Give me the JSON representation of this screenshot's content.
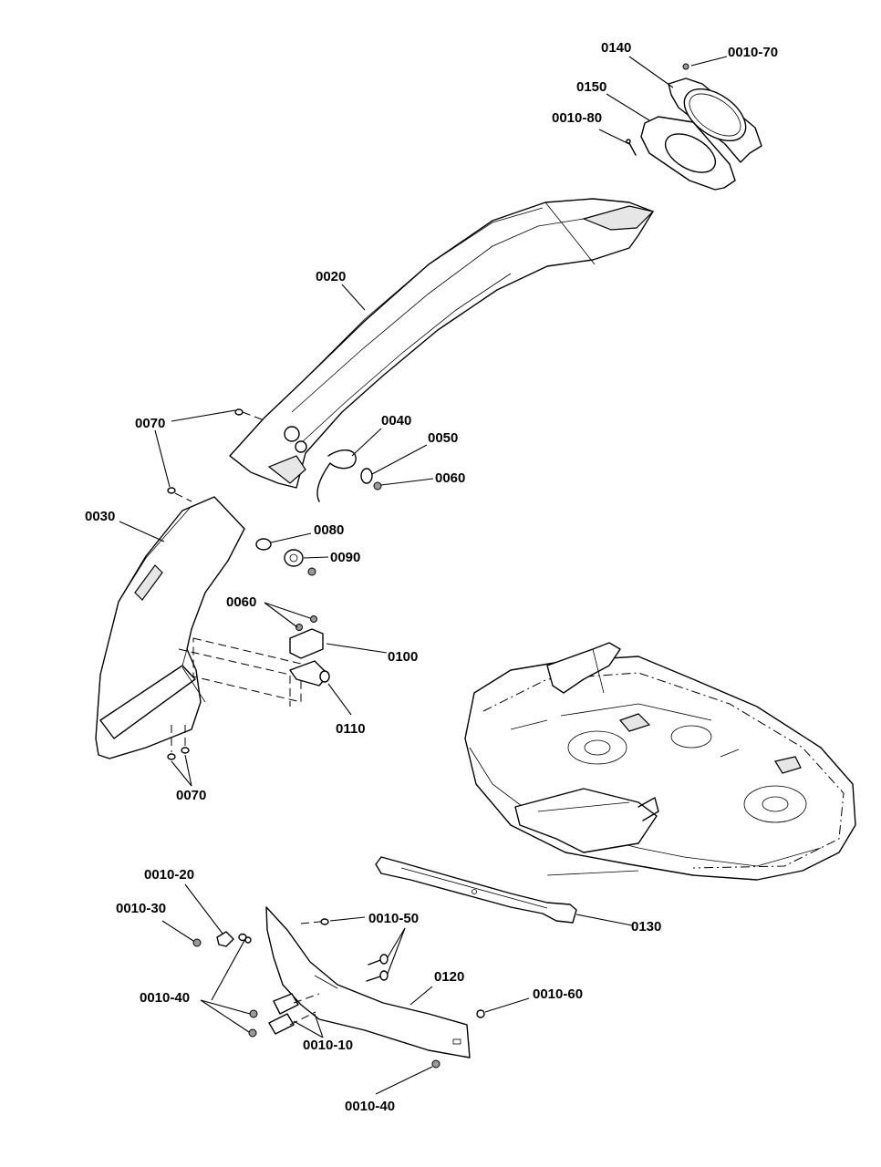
{
  "colors": {
    "line": "#000000",
    "background": "#ffffff",
    "shade": "#e6e6e6"
  },
  "labels": {
    "p0140": "0140",
    "p0010_70": "0010-70",
    "p0150": "0150",
    "p0010_80": "0010-80",
    "p0020": "0020",
    "p0070_top": "0070",
    "p0040": "0040",
    "p0050": "0050",
    "p0060_top": "0060",
    "p0030": "0030",
    "p0080": "0080",
    "p0090": "0090",
    "p0060_mid": "0060",
    "p0100": "0100",
    "p0110": "0110",
    "p0070_bottom": "0070",
    "p0010_20": "0010-20",
    "p0010_30": "0010-30",
    "p0010_50": "0010-50",
    "p0130": "0130",
    "p0010_40_left": "0010-40",
    "p0120": "0120",
    "p0010_60": "0010-60",
    "p0010_10": "0010-10",
    "p0010_40_bottom": "0010-40"
  }
}
